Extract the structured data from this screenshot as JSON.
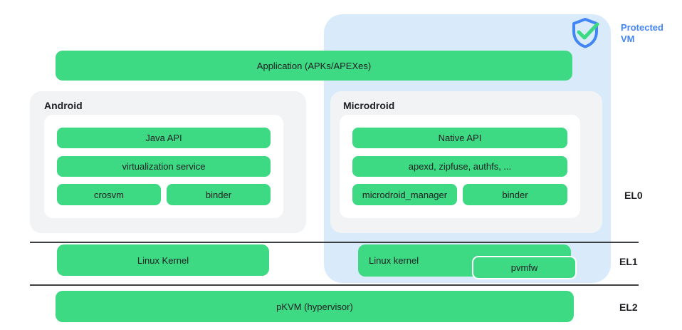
{
  "badge": {
    "icon": "shield-check-icon",
    "line1": "Protected",
    "line2": "VM"
  },
  "layers": {
    "application": "Application (APKs/APEXes)",
    "android": {
      "title": "Android",
      "java_api": "Java API",
      "virtualization_service": "virtualization service",
      "crosvm": "crosvm",
      "binder": "binder"
    },
    "microdroid": {
      "title": "Microdroid",
      "native_api": "Native API",
      "apexd": "apexd, zipfuse, authfs, ...",
      "microdroid_manager": "microdroid_manager",
      "binder": "binder"
    },
    "el1": {
      "android_kernel": "Linux Kernel",
      "microdroid_kernel": "Linux kernel",
      "pvmfw": "pvmfw"
    },
    "el2": {
      "pkvm": "pKVM (hypervisor)"
    }
  },
  "exception_levels": [
    "EL0",
    "EL1",
    "EL2"
  ],
  "colors": {
    "green": "#3DD983",
    "protected_bg": "#D9EBFB",
    "accent_blue": "#4285F4",
    "panel_gray": "#F1F3F4",
    "text_dark": "#202124",
    "divider": "#3C4043"
  }
}
